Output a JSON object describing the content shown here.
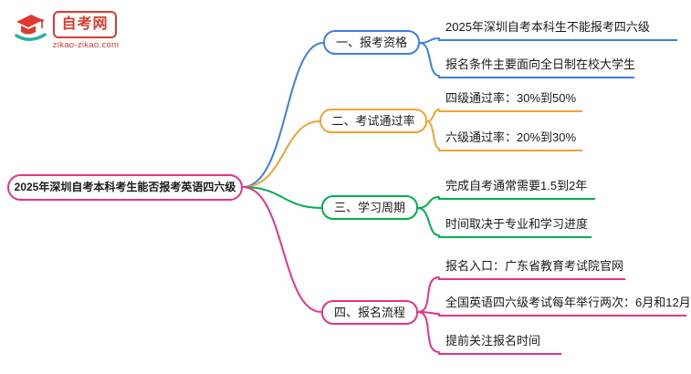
{
  "logo": {
    "name": "自考网",
    "domain": "zikao-zikao.com",
    "brand_color": "#e0392f",
    "accent_color": "#29b1a0"
  },
  "root": {
    "label": "2025年深圳自考本科考生能否报考英语四六级",
    "color": "#e5338a"
  },
  "branches": [
    {
      "label": "一、报考资格",
      "color": "#3d7fe3",
      "leaves": [
        "2025年深圳自考本科生不能报考四六级",
        "报名条件主要面向全日制在校大学生"
      ]
    },
    {
      "label": "二、考试通过率",
      "color": "#f0a330",
      "leaves": [
        "四级通过率：30%到50%",
        "六级通过率：20%到30%"
      ]
    },
    {
      "label": "三、学习周期",
      "color": "#00b050",
      "leaves": [
        "完成自考通常需要1.5到2年",
        "时间取决于专业和学习进度"
      ]
    },
    {
      "label": "四、报名流程",
      "color": "#e5338a",
      "leaves": [
        "报名入口：广东省教育考试院官网",
        "全国英语四六级考试每年举行两次：6月和12月",
        "提前关注报名时间"
      ]
    }
  ]
}
